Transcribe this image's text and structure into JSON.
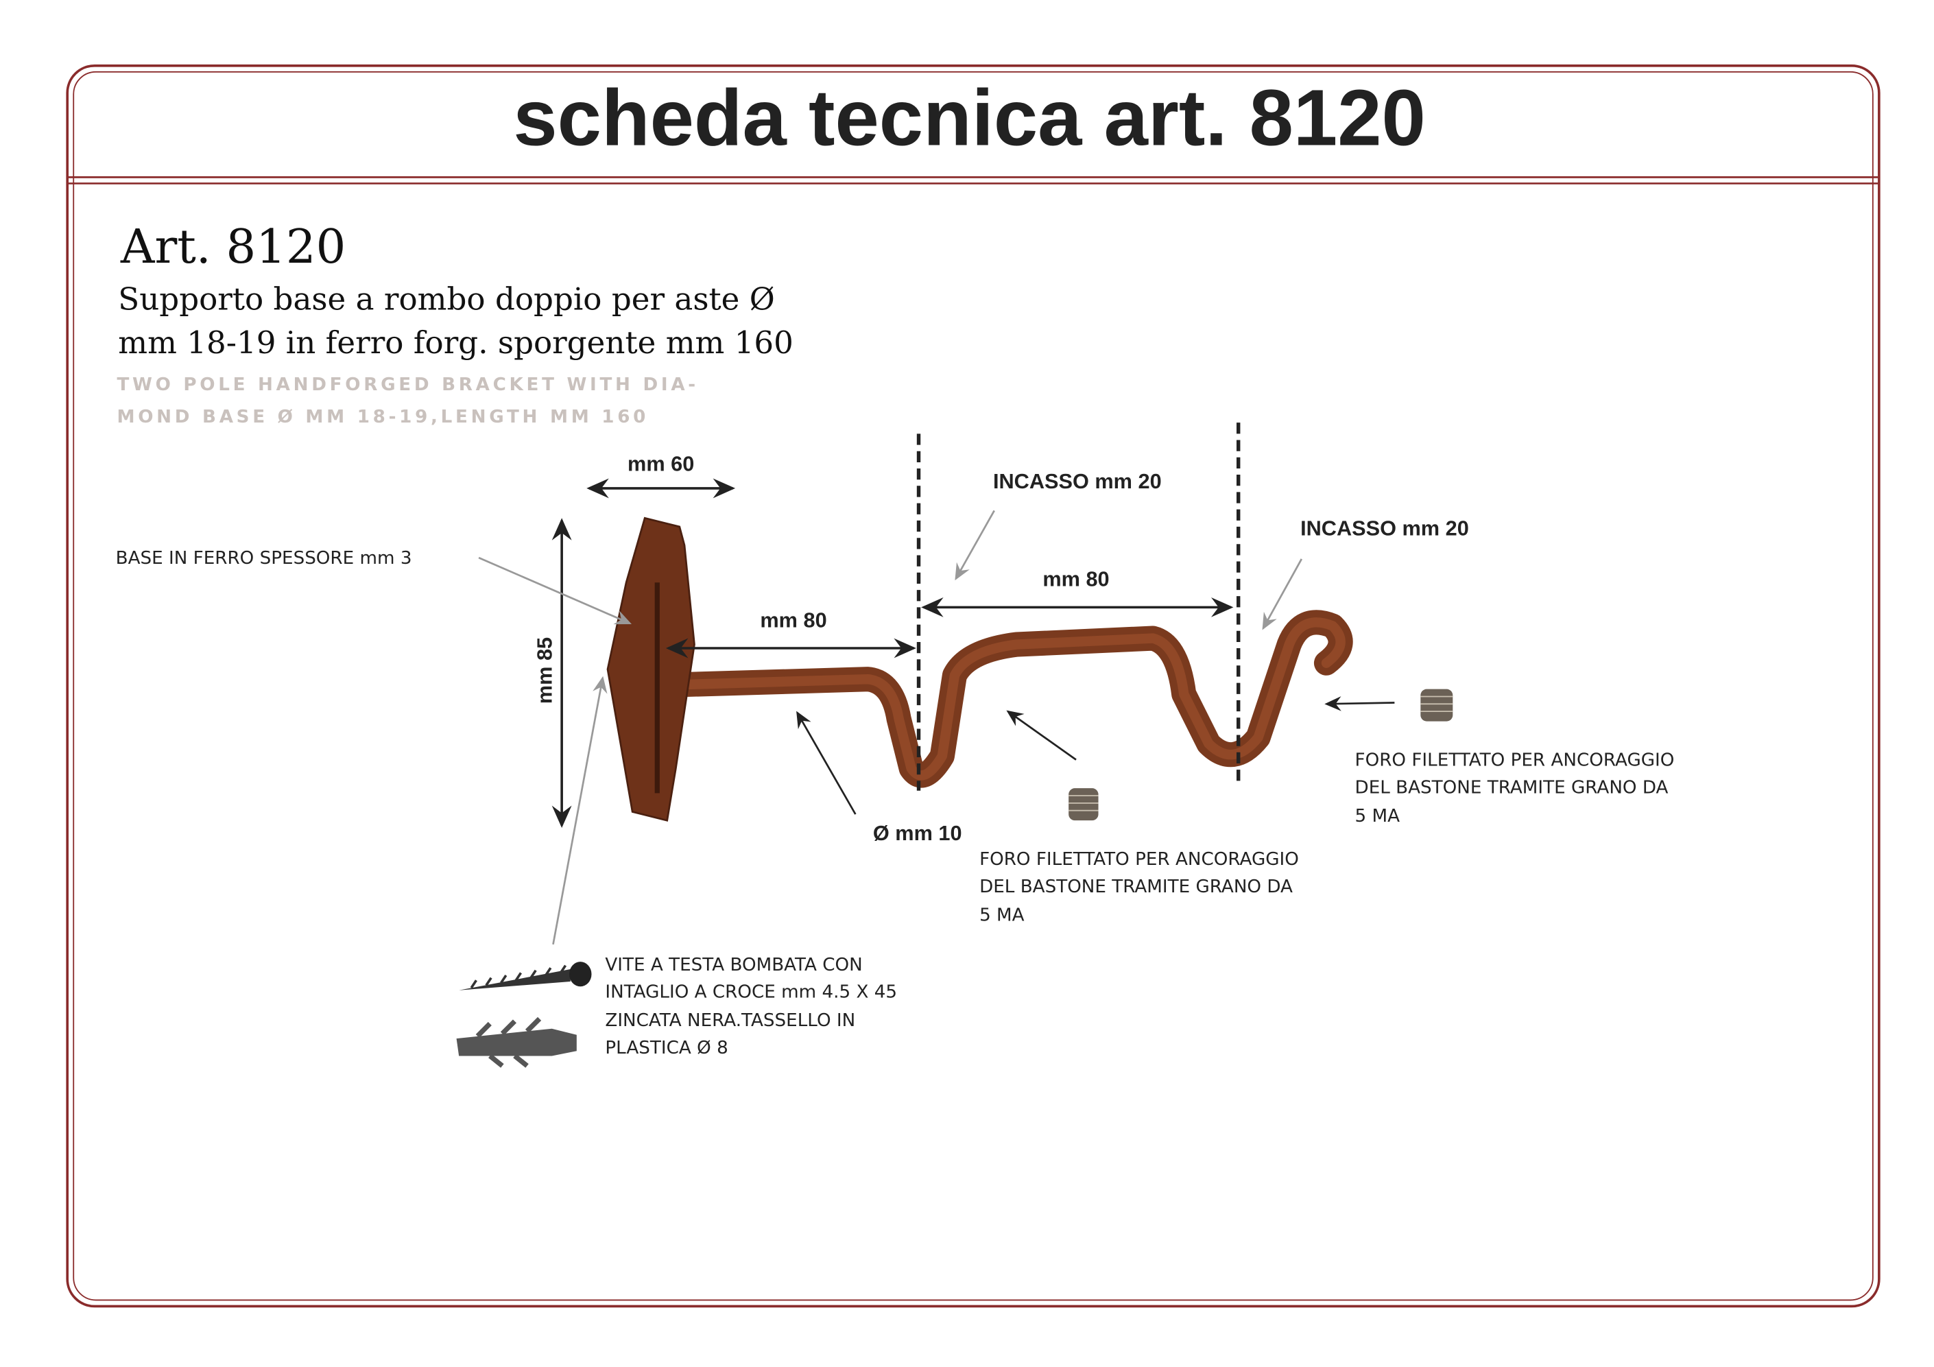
{
  "header": {
    "title": "scheda tecnica art. 8120"
  },
  "product": {
    "article": "Art. 8120",
    "description_it": [
      "Supporto base a rombo doppio per aste Ø",
      "mm 18-19 in ferro forg. sporgente mm 160"
    ],
    "description_en": [
      "TWO POLE HANDFORGED BRACKET WITH DIA-",
      "MOND BASE Ø MM 18-19,LENGTH MM 160"
    ]
  },
  "dimensions": {
    "base_width": "mm 60",
    "base_height": "mm 85",
    "first_span": "mm 80",
    "second_span": "mm 80",
    "recess_1": "INCASSO mm 20",
    "recess_2": "INCASSO mm 20",
    "rod_diameter": "Ø mm 10"
  },
  "notes": {
    "base": "BASE IN FERRO SPESSORE mm 3",
    "thread_hole_1": [
      "FORO FILETTATO PER ANCORAGGIO",
      "DEL BASTONE TRAMITE GRANO DA",
      "5 MA"
    ],
    "thread_hole_2": [
      "FORO FILETTATO PER ANCORAGGIO",
      "DEL BASTONE TRAMITE GRANO DA",
      "5 MA"
    ],
    "screw": [
      "VITE A TESTA BOMBATA CON",
      "INTAGLIO A CROCE mm 4.5 X 45",
      "ZINCATA NERA.TASSELLO IN",
      "PLASTICA Ø 8"
    ]
  },
  "colors": {
    "frame": "#8a2b2b",
    "iron": "#7a3a1e"
  }
}
